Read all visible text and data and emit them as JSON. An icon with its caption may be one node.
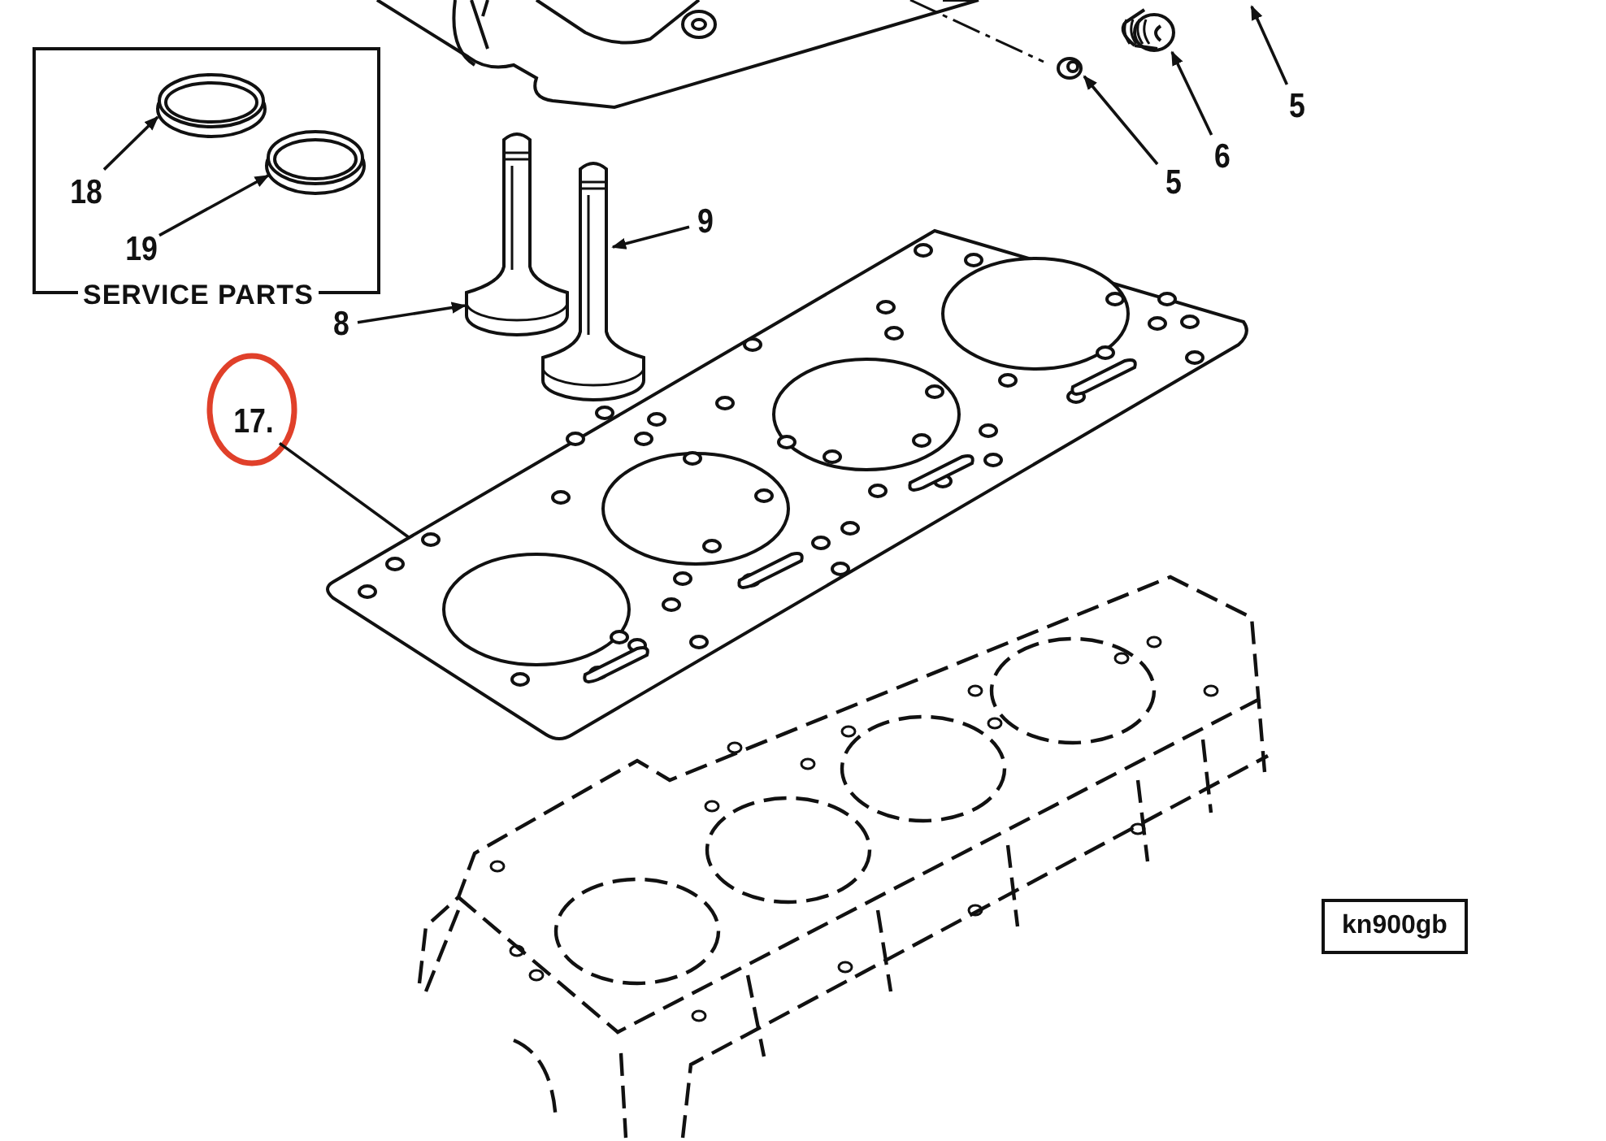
{
  "diagram": {
    "nodes": [
      {
        "text": [
          "SERVICE PARTS"
        ]
      },
      {
        "text": [
          "18"
        ],
        "in": 0
      },
      {
        "text": [],
        "shape": "picture",
        "in": 0
      },
      {
        "text": [
          "19"
        ],
        "in": 0
      },
      {
        "text": [],
        "shape": "picture",
        "in": 0
      },
      {
        "text": [
          "5"
        ]
      },
      {
        "text": [],
        "shape": "picture"
      },
      {
        "text": [
          "6"
        ]
      },
      {
        "text": [],
        "shape": "picture"
      },
      {
        "text": [
          "5"
        ]
      },
      {
        "text": [
          "9"
        ]
      },
      {
        "text": [],
        "shape": "picture"
      },
      {
        "text": [
          "8"
        ]
      },
      {
        "text": [],
        "shape": "picture"
      },
      {
        "text": [
          "17."
        ]
      },
      {
        "text": [],
        "shape": "picture"
      },
      {
        "text": [
          "kn900gb"
        ]
      }
    ],
    "edges": [
      {
        "from": 1,
        "to": 2,
        "arrow": "to"
      },
      {
        "from": 3,
        "to": 4,
        "arrow": "to"
      },
      {
        "from": 5,
        "to": null,
        "arrow": "to"
      },
      {
        "from": 7,
        "to": 6,
        "arrow": "to"
      },
      {
        "from": 9,
        "to": 8,
        "arrow": "to"
      },
      {
        "from": 10,
        "to": 11,
        "arrow": "to"
      },
      {
        "from": 12,
        "to": 13,
        "arrow": "to"
      },
      {
        "from": 14,
        "to": 15,
        "arrow": "none"
      }
    ]
  }
}
